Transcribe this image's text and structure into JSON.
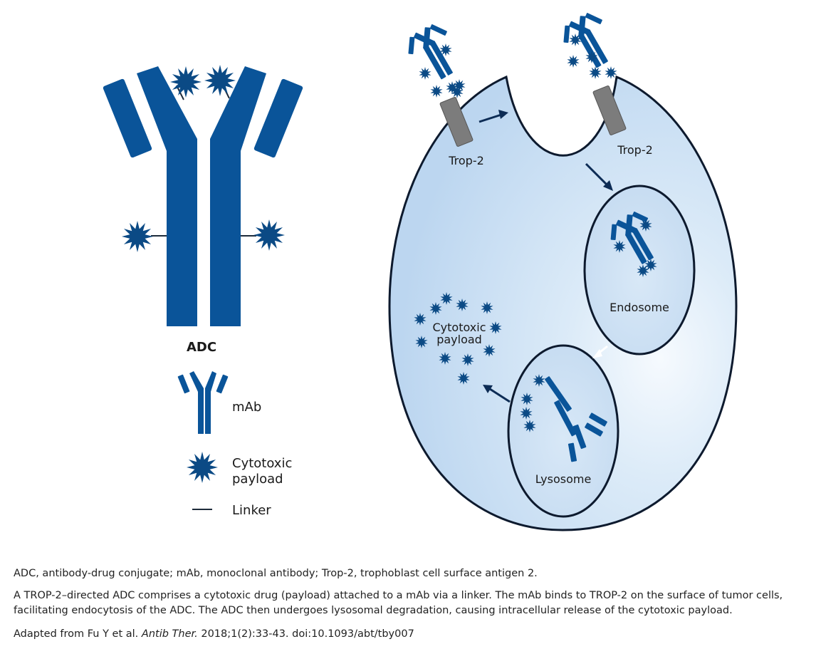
{
  "labels": {
    "adc": "ADC",
    "trop2_left": "Trop-2",
    "trop2_right": "Trop-2",
    "endosome": "Endosome",
    "lysosome": "Lysosome",
    "payload_line1": "Cytotoxic",
    "payload_line2": "payload"
  },
  "legend": {
    "mab": "mAb",
    "payload_line1": "Cytotoxic",
    "payload_line2": "payload",
    "linker": "Linker"
  },
  "captions": {
    "abbreviations": "ADC, antibody-drug conjugate; mAb, monoclonal antibody; Trop-2, trophoblast cell surface antigen 2.",
    "description": "A TROP-2–directed ADC comprises a cytotoxic drug (payload) attached to a mAb via a linker. The mAb binds to TROP-2 on the surface of tumor cells, facilitating endocytosis of the ADC. The ADC then undergoes lysosomal degradation, causing intracellular release of the cytotoxic payload.",
    "source_prefix": "Adapted from Fu Y et al.",
    "source_journal": "Antib Ther.",
    "source_citation": "2018;1(2):33-43. doi:10.1093/abt/tby007"
  },
  "colors": {
    "antibody_blue": "#0a5499",
    "payload_dark": "#0b4a85",
    "cell_fill": "#c4dcf2",
    "cell_highlight": "#f4f9fe",
    "outline": "#0d1a2e",
    "receptor_gray": "#7c7c7c",
    "linker": "#1e2b3a"
  }
}
